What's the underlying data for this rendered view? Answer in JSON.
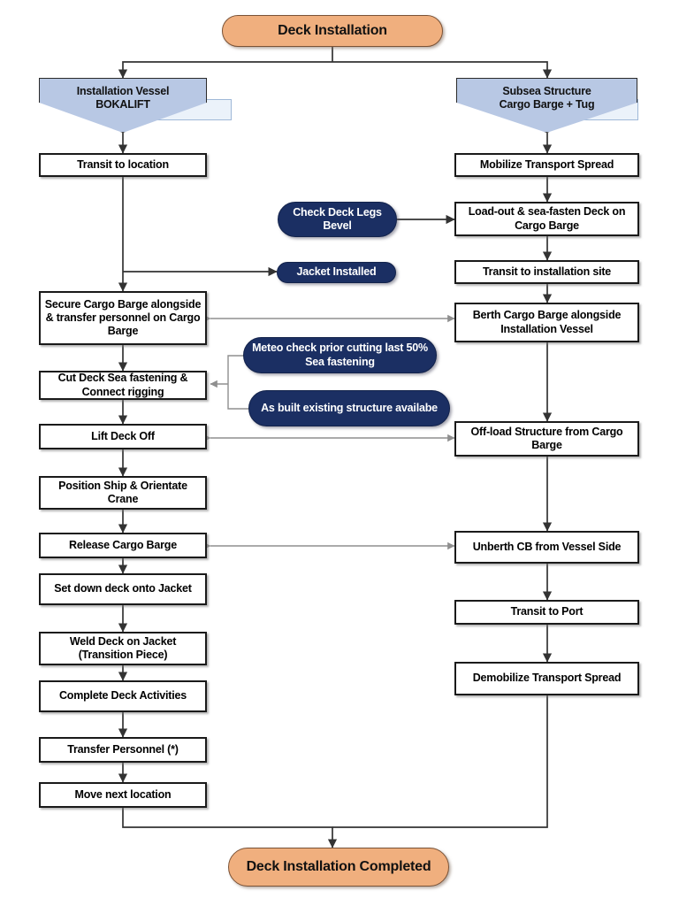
{
  "diagram": {
    "title": "Deck Installation",
    "colors": {
      "terminator_fill": "#F0AF7E",
      "lane_fill": "#B8C8E4",
      "callout_fill": "#1B2F63",
      "process_fill": "#FFFFFF",
      "process_border": "#1A1A1A",
      "edge_black": "#333333",
      "edge_gray": "#999999"
    },
    "start": {
      "label": "Deck Installation"
    },
    "end": {
      "label": "Deck Installation Completed"
    },
    "lanes": [
      {
        "id": "lane-left",
        "label": "Installation Vessel\nBOKALIFT"
      },
      {
        "id": "lane-right",
        "label": "Subsea Structure\nCargo Barge + Tug"
      }
    ],
    "lane_left_label_line1": "Installation Vessel",
    "lane_left_label_line2": "BOKALIFT",
    "lane_right_label_line1": "Subsea Structure",
    "lane_right_label_line2": "Cargo Barge + Tug",
    "left_column": [
      {
        "id": "l1",
        "label": "Transit to location"
      },
      {
        "id": "l2",
        "label": "Secure Cargo Barge alongside & transfer personnel on Cargo Barge"
      },
      {
        "id": "l3",
        "label": "Cut Deck Sea fastening & Connect rigging"
      },
      {
        "id": "l4",
        "label": "Lift Deck Off"
      },
      {
        "id": "l5",
        "label": "Position Ship & Orientate Crane"
      },
      {
        "id": "l6",
        "label": "Release Cargo Barge"
      },
      {
        "id": "l7",
        "label": "Set down deck onto Jacket"
      },
      {
        "id": "l8",
        "label": "Weld Deck on Jacket (Transition Piece)"
      },
      {
        "id": "l9",
        "label": "Complete Deck Activities"
      },
      {
        "id": "l10",
        "label": "Transfer Personnel (*)"
      },
      {
        "id": "l11",
        "label": "Move next location"
      }
    ],
    "right_column": [
      {
        "id": "r1",
        "label": "Mobilize Transport Spread"
      },
      {
        "id": "r2",
        "label": "Load-out & sea-fasten Deck on Cargo Barge"
      },
      {
        "id": "r3",
        "label": "Transit to installation site"
      },
      {
        "id": "r4",
        "label": "Berth Cargo Barge alongside Installation Vessel"
      },
      {
        "id": "r5",
        "label": "Off-load Structure from Cargo Barge"
      },
      {
        "id": "r6",
        "label": "Unberth CB from Vessel Side"
      },
      {
        "id": "r7",
        "label": "Transit to Port"
      },
      {
        "id": "r8",
        "label": "Demobilize Transport Spread"
      }
    ],
    "callouts": [
      {
        "id": "c1",
        "label": "Check Deck Legs Bevel"
      },
      {
        "id": "c2",
        "label": "Jacket Installed"
      },
      {
        "id": "c3",
        "label": "Meteo check prior cutting last 50% Sea fastening"
      },
      {
        "id": "c4",
        "label": "As built existing structure availabe"
      }
    ]
  }
}
